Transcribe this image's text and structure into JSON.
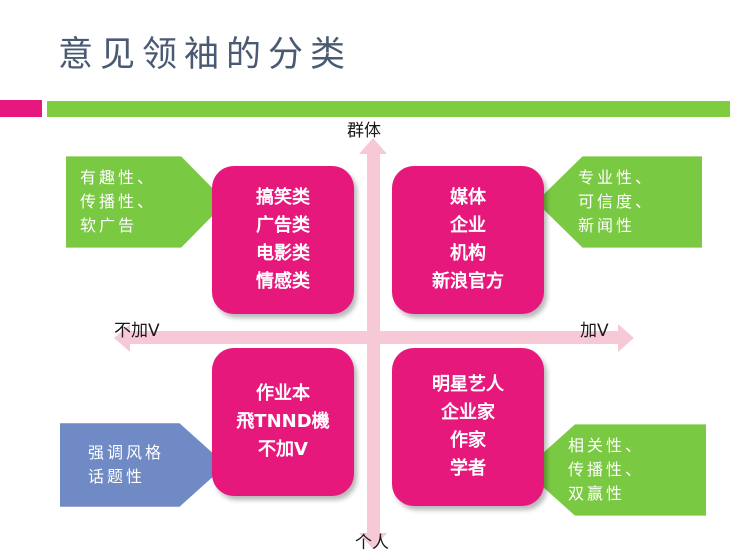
{
  "slide": {
    "title": "意见领袖的分类",
    "title_color": "#4a5a72"
  },
  "divider": {
    "pink_color": "#e6177e",
    "green_color": "#80cc3f"
  },
  "axes": {
    "top_label": "群体",
    "bottom_label": "个人",
    "left_label": "不加V",
    "right_label": "加V",
    "arrow_color": "#f7c9d6"
  },
  "quadrants": [
    {
      "id": "top-left",
      "color": "#e6187c",
      "lines": [
        "搞笑类",
        "广告类",
        "电影类",
        "情感类"
      ]
    },
    {
      "id": "top-right",
      "color": "#e6187c",
      "lines": [
        "媒体",
        "企业",
        "机构",
        "新浪官方"
      ]
    },
    {
      "id": "bottom-left",
      "color": "#e6187c",
      "lines": [
        "作业本",
        "飛TNND機",
        "不加V"
      ]
    },
    {
      "id": "bottom-right",
      "color": "#e6187c",
      "lines": [
        "明星艺人",
        "企业家",
        "作家",
        "学者"
      ]
    }
  ],
  "callouts": [
    {
      "id": "top-left",
      "direction": "right",
      "color": "#7ac943",
      "lines": [
        "有趣性、",
        "传播性、",
        "软广告"
      ]
    },
    {
      "id": "top-right",
      "direction": "left",
      "color": "#7ac943",
      "lines": [
        "专业性、",
        "可信度、",
        "新闻性"
      ]
    },
    {
      "id": "bottom-left",
      "direction": "right",
      "color": "#6f8ac4",
      "lines": [
        "强调风格",
        "话题性"
      ]
    },
    {
      "id": "bottom-right",
      "direction": "left",
      "color": "#7ac943",
      "lines": [
        "相关性、",
        "传播性、",
        "双赢性"
      ]
    }
  ]
}
